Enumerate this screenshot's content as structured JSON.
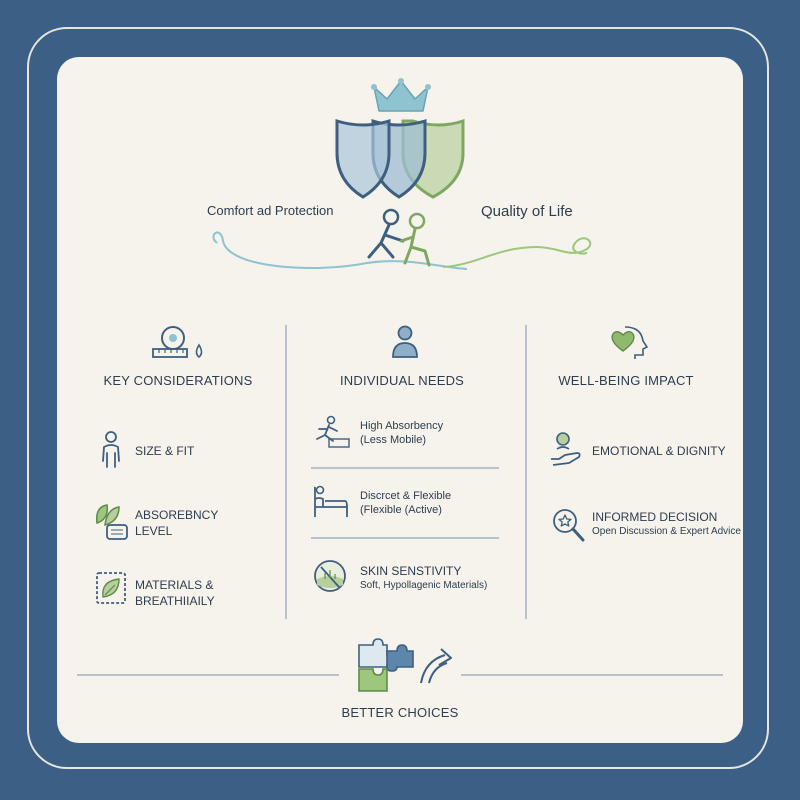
{
  "hero": {
    "left_label": "Comfort ad Protection",
    "right_label": "Quality of Life"
  },
  "columns": [
    {
      "header": "KEY CONSIDERATIONS",
      "items": [
        {
          "title": "SIZE & FIT",
          "title2": ""
        },
        {
          "title": "ABSOREBNCY",
          "title2": "LEVEL"
        },
        {
          "title": "MATERIALS &",
          "title2": "BREATHIIAILY"
        }
      ]
    },
    {
      "header": "INDIVIDUAL NEEDS",
      "items": [
        {
          "title": "High Absorbency",
          "sub": "(Less Mobile)"
        },
        {
          "title": "Discrcet & Flexible",
          "sub": "(Flexible (Active)"
        },
        {
          "title": "SKIN SENSTIVITY",
          "sub": "Soft, Hypollagenic Materials)"
        }
      ]
    },
    {
      "header": "WELL-BEING IMPACT",
      "items": [
        {
          "title": "EMOTIONAL & DIGNITY",
          "sub": ""
        },
        {
          "title": "INFORMED DECISION",
          "sub": "Open Discussion & Expert Advice"
        }
      ]
    }
  ],
  "footer": {
    "label": "BETTER CHOICES"
  },
  "colors": {
    "background": "#3c5f86",
    "card": "#f5f3ec",
    "navy": "#3f5f80",
    "teal": "#7fb2bf",
    "green": "#8fba6e",
    "text": "#2e3d4f"
  },
  "icons": [
    "crown-icon",
    "shield-icon",
    "people-helping-icon",
    "tape-measure-icon",
    "drop-icon",
    "person-icon",
    "leaf-pad-icon",
    "fabric-leaf-icon",
    "user-icon",
    "runner-icon",
    "bed-icon",
    "skin-icon",
    "heart-head-icon",
    "hand-person-icon",
    "magnifier-star-icon",
    "puzzle-icon",
    "arrow-up-icon"
  ]
}
